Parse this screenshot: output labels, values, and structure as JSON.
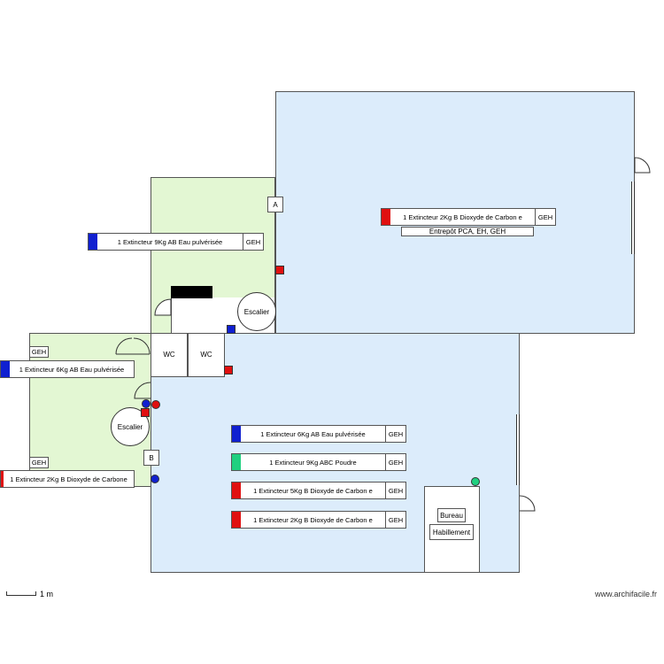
{
  "rooms": {
    "entrepot_label": "Entrepôt PCA, EH, GEH",
    "wc1": "WC",
    "wc2": "WC",
    "stair_upper": "Escalier",
    "stair_left": "Escalier",
    "bureau_line1": "Bureau",
    "bureau_line2": "Habillement",
    "marker_a": "A",
    "marker_b": "B"
  },
  "extinguishers": [
    {
      "text": "1 Extincteur 2Kg B Dioxyde de Carbon e",
      "tag": "GEH",
      "color": "#e01010"
    },
    {
      "text": "1 Extincteur  9Kg  AB Eau pulvérisée",
      "tag": "GEH",
      "color": "#1020d0"
    },
    {
      "text": "1 Extincteur  6Kg  AB Eau pulvérisée",
      "tag": "",
      "color": "#1020d0"
    },
    {
      "text": "1 Extincteur  6Kg  AB Eau pulvérisée",
      "tag": "GEH",
      "color": "#1020d0"
    },
    {
      "text": "1 Extincteur 9Kg ABC Poudre",
      "tag": "GEH",
      "color": "#20d080"
    },
    {
      "text": "1 Extincteur 5Kg B Dioxyde de Carbon e",
      "tag": "GEH",
      "color": "#e01010"
    },
    {
      "text": "1 Extincteur 2Kg B Dioxyde de Carbon e",
      "tag": "GEH",
      "color": "#e01010"
    },
    {
      "text": "1 Extincteur 2Kg B Dioxyde de Carbone",
      "tag": "",
      "color": "#e01010"
    }
  ],
  "geh_tags": {
    "left_top": "GEH",
    "left_bottom": "GEH"
  },
  "scale": {
    "label": "1 m"
  },
  "watermark": "www.archifacile.fr",
  "colors": {
    "room_blue": "#dcecfb",
    "room_green": "#e3f7d3",
    "red": "#e01010",
    "blue": "#1020d0",
    "green": "#20d080"
  }
}
